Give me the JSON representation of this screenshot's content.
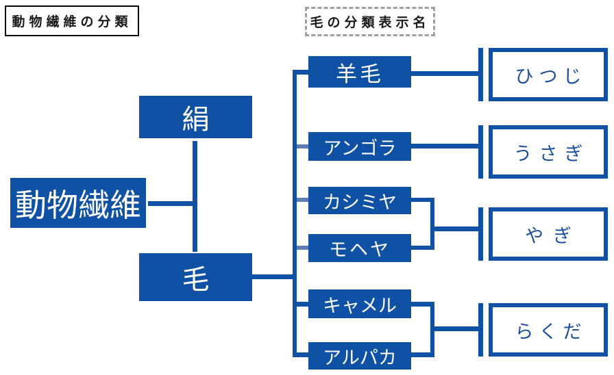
{
  "diagram": {
    "title_label": "動物繊維の分類",
    "legend_label": "毛の分類表示名",
    "root": {
      "label": "動物繊維"
    },
    "level1": [
      {
        "label": "絹"
      },
      {
        "label": "毛"
      }
    ],
    "level2": [
      {
        "label": "羊毛"
      },
      {
        "label": "アンゴラ"
      },
      {
        "label": "カシミヤ"
      },
      {
        "label": "モヘヤ"
      },
      {
        "label": "キャメル"
      },
      {
        "label": "アルパカ"
      }
    ],
    "display_names": [
      {
        "label": "ひつじ"
      },
      {
        "label": "うさぎ"
      },
      {
        "label": "やぎ"
      },
      {
        "label": "らくだ"
      }
    ],
    "colors": {
      "primary_blue": "#0e51a5",
      "stub_blue": "#5f7fb2",
      "dashed_border_gray": "#9e9e9e",
      "title_border_black": "#000000"
    }
  }
}
